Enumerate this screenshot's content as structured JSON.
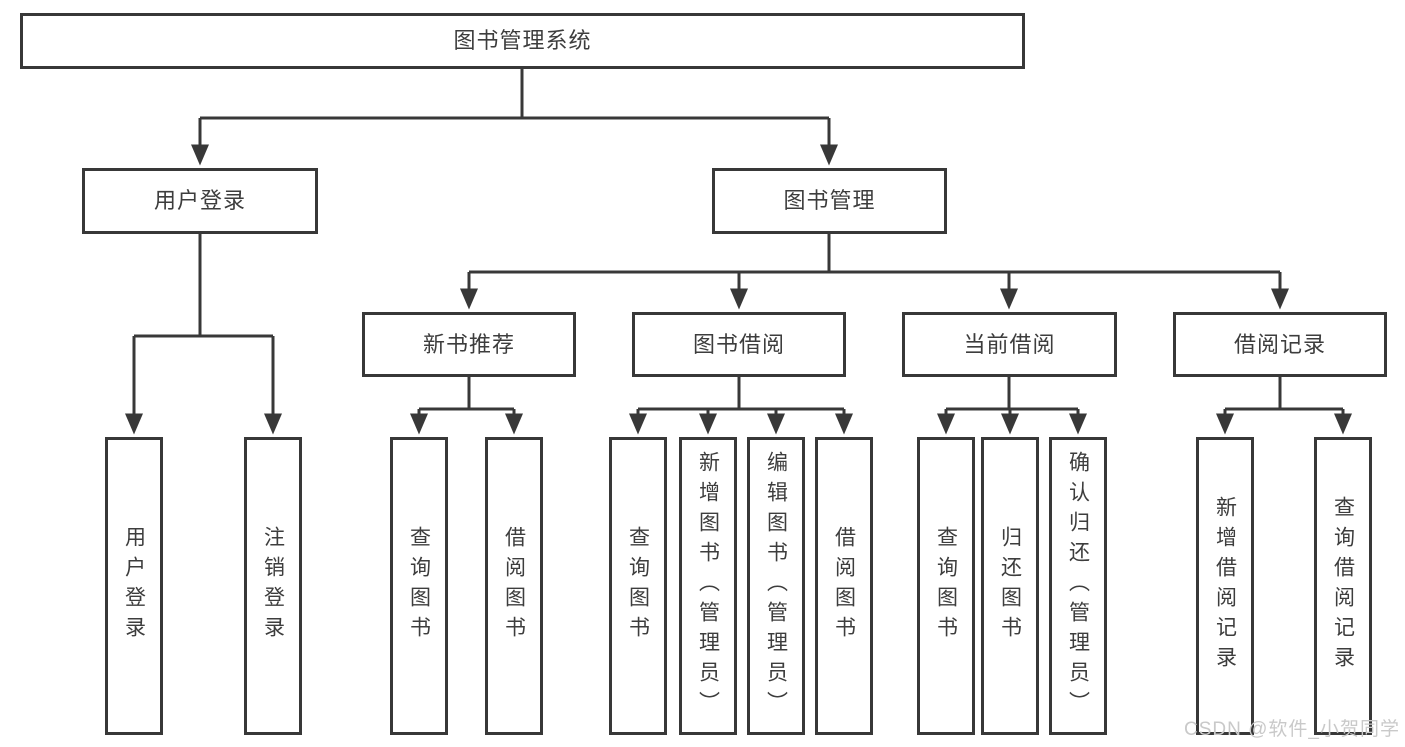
{
  "colors": {
    "line": "#383838",
    "text": "#3d3d3d",
    "background": "#ffffff",
    "watermark": "#c9c9c9"
  },
  "watermark": {
    "text": "CSDN @软件_小贺同学"
  },
  "diagram": {
    "tree": {
      "label": "图书管理系统",
      "children": [
        {
          "label": "用户登录",
          "children": [
            {
              "label": "用户登录"
            },
            {
              "label": "注销登录"
            }
          ]
        },
        {
          "label": "图书管理",
          "children": [
            {
              "label": "新书推荐",
              "children": [
                {
                  "label": "查询图书"
                },
                {
                  "label": "借阅图书"
                }
              ]
            },
            {
              "label": "图书借阅",
              "children": [
                {
                  "label": "查询图书"
                },
                {
                  "label": "新增图书（管理员）"
                },
                {
                  "label": "编辑图书（管理员）"
                },
                {
                  "label": "借阅图书"
                }
              ]
            },
            {
              "label": "当前借阅",
              "children": [
                {
                  "label": "查询图书"
                },
                {
                  "label": "归还图书"
                },
                {
                  "label": "确认归还（管理员）"
                }
              ]
            },
            {
              "label": "借阅记录",
              "children": [
                {
                  "label": "新增借阅记录"
                },
                {
                  "label": "查询借阅记录"
                }
              ]
            }
          ]
        }
      ]
    }
  }
}
